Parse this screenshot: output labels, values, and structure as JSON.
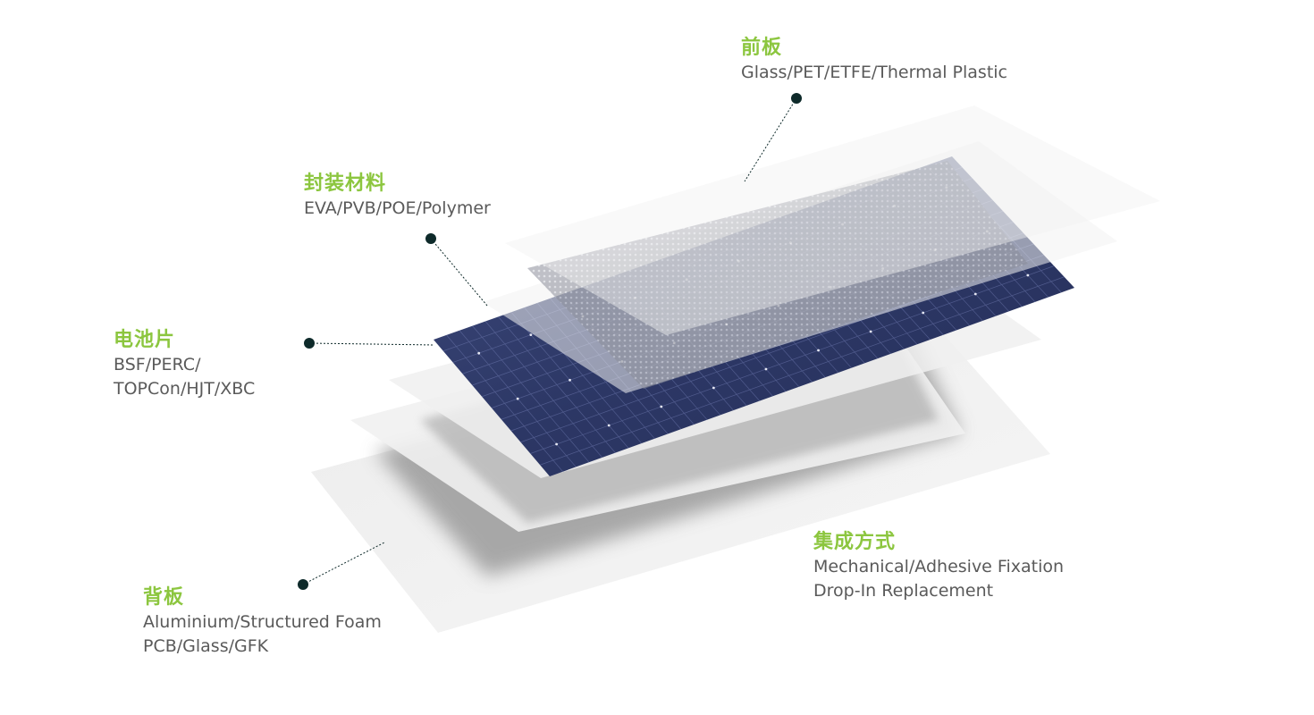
{
  "colors": {
    "accent": "#8cc63f",
    "text": "#5a5a5a",
    "marker": "#0e2a2a",
    "cell": "#2f3a66"
  },
  "layers": {
    "front": {
      "title": "前板",
      "lines": [
        "Glass/PET/ETFE/Thermal Plastic"
      ]
    },
    "encapsulant": {
      "title": "封装材料",
      "lines": [
        "EVA/PVB/POE/Polymer"
      ]
    },
    "cells": {
      "title": "电池片",
      "lines": [
        "BSF/PERC/",
        "TOPCon/HJT/XBC"
      ]
    },
    "integration": {
      "title": "集成方式",
      "lines": [
        "Mechanical/Adhesive Fixation",
        "Drop-In Replacement"
      ]
    },
    "back": {
      "title": "背板",
      "lines": [
        "Aluminium/Structured Foam",
        "PCB/Glass/GFK"
      ]
    }
  }
}
